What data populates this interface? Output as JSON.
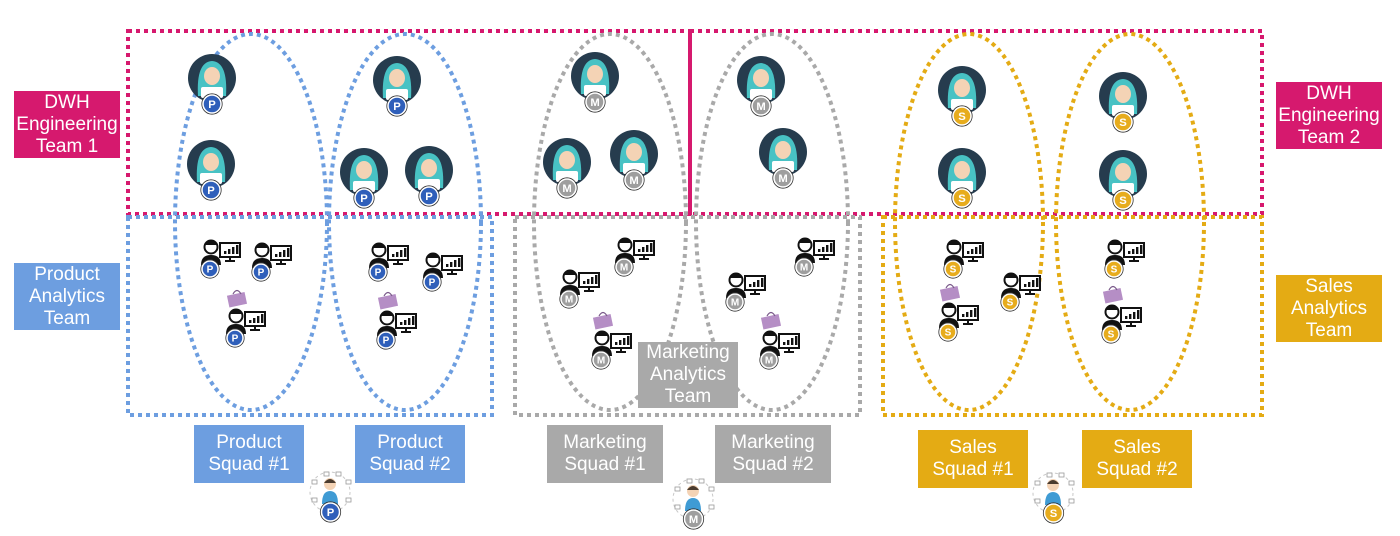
{
  "colors": {
    "dwh": "#d6196e",
    "product": "#6d9ee0",
    "marketing": "#a9a9a9",
    "sales": "#e4ab14",
    "badge_product": "#2f5fba",
    "badge_marketing": "#9e9e9e",
    "badge_sales": "#e7ac1d",
    "avatar_bg": "#263c4e",
    "avatar_hood": "#48c2c4",
    "bag": "#b58ec5"
  },
  "labels": {
    "dwh_team_1": "DWH\nEngineering\nTeam 1",
    "dwh_team_2": "DWH\nEngineering\nTeam 2",
    "product_analytics": "Product\nAnalytics\nTeam",
    "marketing_analytics": "Marketing\nAnalytics\nTeam",
    "sales_analytics": "Sales\nAnalytics\nTeam",
    "product_squad_1": "Product\nSquad #1",
    "product_squad_2": "Product\nSquad #2",
    "marketing_squad_1": "Marketing\nSquad #1",
    "marketing_squad_2": "Marketing\nSquad #2",
    "sales_squad_1": "Sales\nSquad #1",
    "sales_squad_2": "Sales\nSquad #2"
  },
  "badges": {
    "product": "P",
    "marketing": "M",
    "sales": "S"
  },
  "icons": {
    "engineer": "engineer-avatar-icon",
    "analyst": "analyst-at-monitor-icon",
    "product_owner": "product-owner-icon"
  }
}
